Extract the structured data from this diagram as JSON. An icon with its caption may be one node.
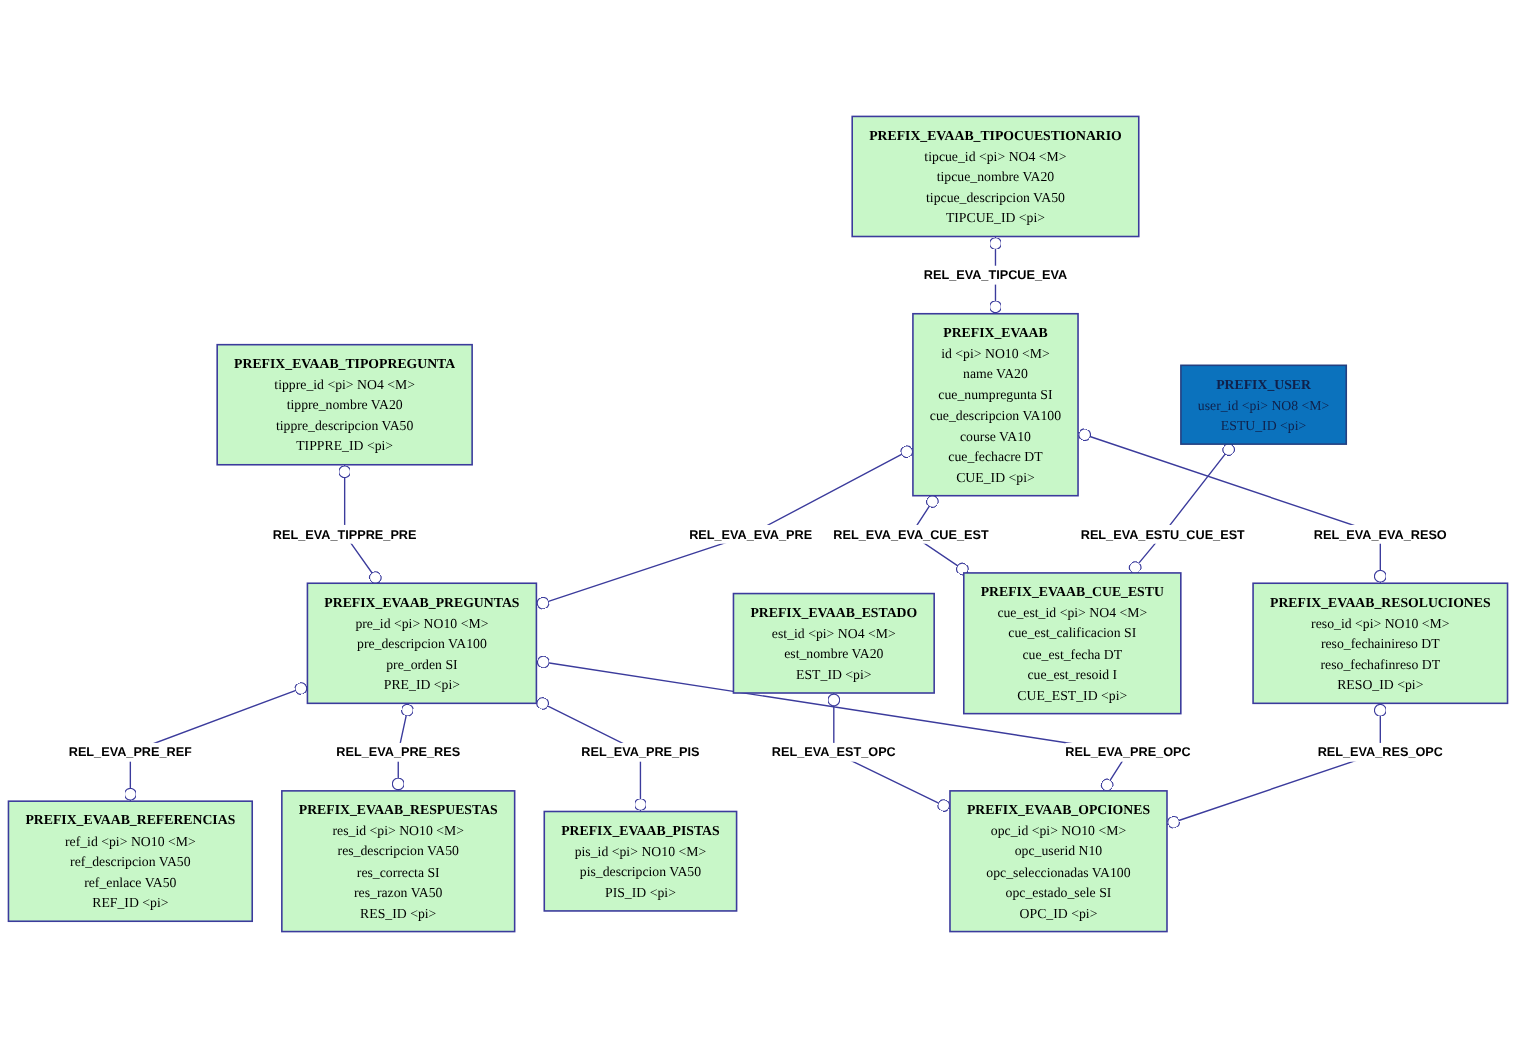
{
  "diagram": {
    "nodes": [
      {
        "text": [
          "PREFIX_EVAAB_REFERENCIAS",
          "ref_id <pi> NO10 <M>",
          "ref_descripcion VA50",
          "ref_enlace VA50",
          "REF_ID <pi>"
        ]
      },
      {
        "text": [
          "PREFIX_EVAAB_TIPOPREGUNTA",
          "tippre_id <pi> NO4 <M>",
          "tippre_nombre VA20",
          "tippre_descripcion VA50",
          "TIPPRE_ID <pi>"
        ]
      },
      {
        "text": [
          "PREFIX_EVAAB_RESPUESTAS",
          "res_id <pi> NO10 <M>",
          "res_descripcion VA50",
          "res_correcta SI",
          "res_razon VA50",
          "RES_ID <pi>"
        ]
      },
      {
        "text": [
          "PREFIX_EVAAB_ESTADO",
          "est_id <pi> NO4 <M>",
          "est_nombre VA20",
          "EST_ID <pi>"
        ]
      },
      {
        "text": [
          "PREFIX_EVAAB_PISTAS",
          "pis_id <pi> NO10 <M>",
          "pis_descripcion VA50",
          "PIS_ID <pi>"
        ]
      },
      {
        "text": [
          "PREFIX_EVAAB_PREGUNTAS",
          "pre_id <pi> NO10 <M>",
          "pre_descripcion VA100",
          "pre_orden SI",
          "PRE_ID <pi>"
        ]
      },
      {
        "text": [
          "PREFIX_EVAAB_TIPOCUESTIONARIO",
          "tipcue_id <pi> NO4 <M>",
          "tipcue_nombre VA20",
          "tipcue_descripcion VA50",
          "TIPCUE_ID <pi>"
        ]
      },
      {
        "text": [
          "PREFIX_EVAAB",
          "id <pi> NO10 <M>",
          "name VA20",
          "cue_numpregunta SI",
          "cue_descripcion VA100",
          "course VA10",
          "cue_fechacre DT",
          "CUE_ID <pi>"
        ]
      },
      {
        "text": [
          "PREFIX_EVAAB_OPCIONES",
          "opc_id <pi> NO10 <M>",
          "opc_userid N10",
          "opc_seleccionadas VA100",
          "opc_estado_sele SI",
          "OPC_ID <pi>"
        ]
      },
      {
        "text": [
          "PREFIX_USER",
          "user_id <pi> NO8 <M>",
          "ESTU_ID <pi>"
        ]
      },
      {
        "text": [
          "PREFIX_EVAAB_CUE_ESTU",
          "cue_est_id <pi> NO4 <M>",
          "cue_est_calificacion SI",
          "cue_est_fecha DT",
          "cue_est_resoid I",
          "CUE_EST_ID <pi>"
        ]
      },
      {
        "text": [
          "PREFIX_EVAAB_RESOLUCIONES",
          "reso_id <pi> NO10 <M>",
          "reso_fechainireso DT",
          "reso_fechafinreso DT",
          "RESO_ID <pi>"
        ]
      }
    ],
    "edges": [
      {
        "from": 5,
        "to": 0,
        "arrow": "other",
        "label": "REL_EVA_PRE_REF"
      },
      {
        "from": 1,
        "to": 5,
        "arrow": "other",
        "label": "REL_EVA_TIPPRE_PRE"
      },
      {
        "from": 5,
        "to": 2,
        "arrow": "other",
        "label": "REL_EVA_PRE_RES"
      },
      {
        "from": 5,
        "to": 4,
        "arrow": "other",
        "label": "REL_EVA_PRE_PIS"
      },
      {
        "from": 3,
        "to": 8,
        "arrow": "other",
        "label": "REL_EVA_EST_OPC"
      },
      {
        "from": 7,
        "to": 5,
        "arrow": "other",
        "label": "REL_EVA_EVA_PRE"
      },
      {
        "from": 5,
        "to": 8,
        "arrow": "other",
        "label": "REL_EVA_PRE_OPC"
      },
      {
        "from": 6,
        "to": 7,
        "arrow": "other",
        "label": "REL_EVA_TIPCUE_EVA"
      },
      {
        "from": 11,
        "to": 8,
        "arrow": "other",
        "label": "REL_EVA_RES_OPC"
      },
      {
        "from": 7,
        "to": 11,
        "arrow": "other",
        "label": "REL_EVA_EVA_RESO"
      },
      {
        "from": 7,
        "to": 10,
        "arrow": "other",
        "label": "REL_EVA_EVA_CUE_EST"
      },
      {
        "from": 9,
        "to": 10,
        "arrow": "other",
        "label": "REL_EVA_ESTU_CUE_EST"
      }
    ]
  }
}
